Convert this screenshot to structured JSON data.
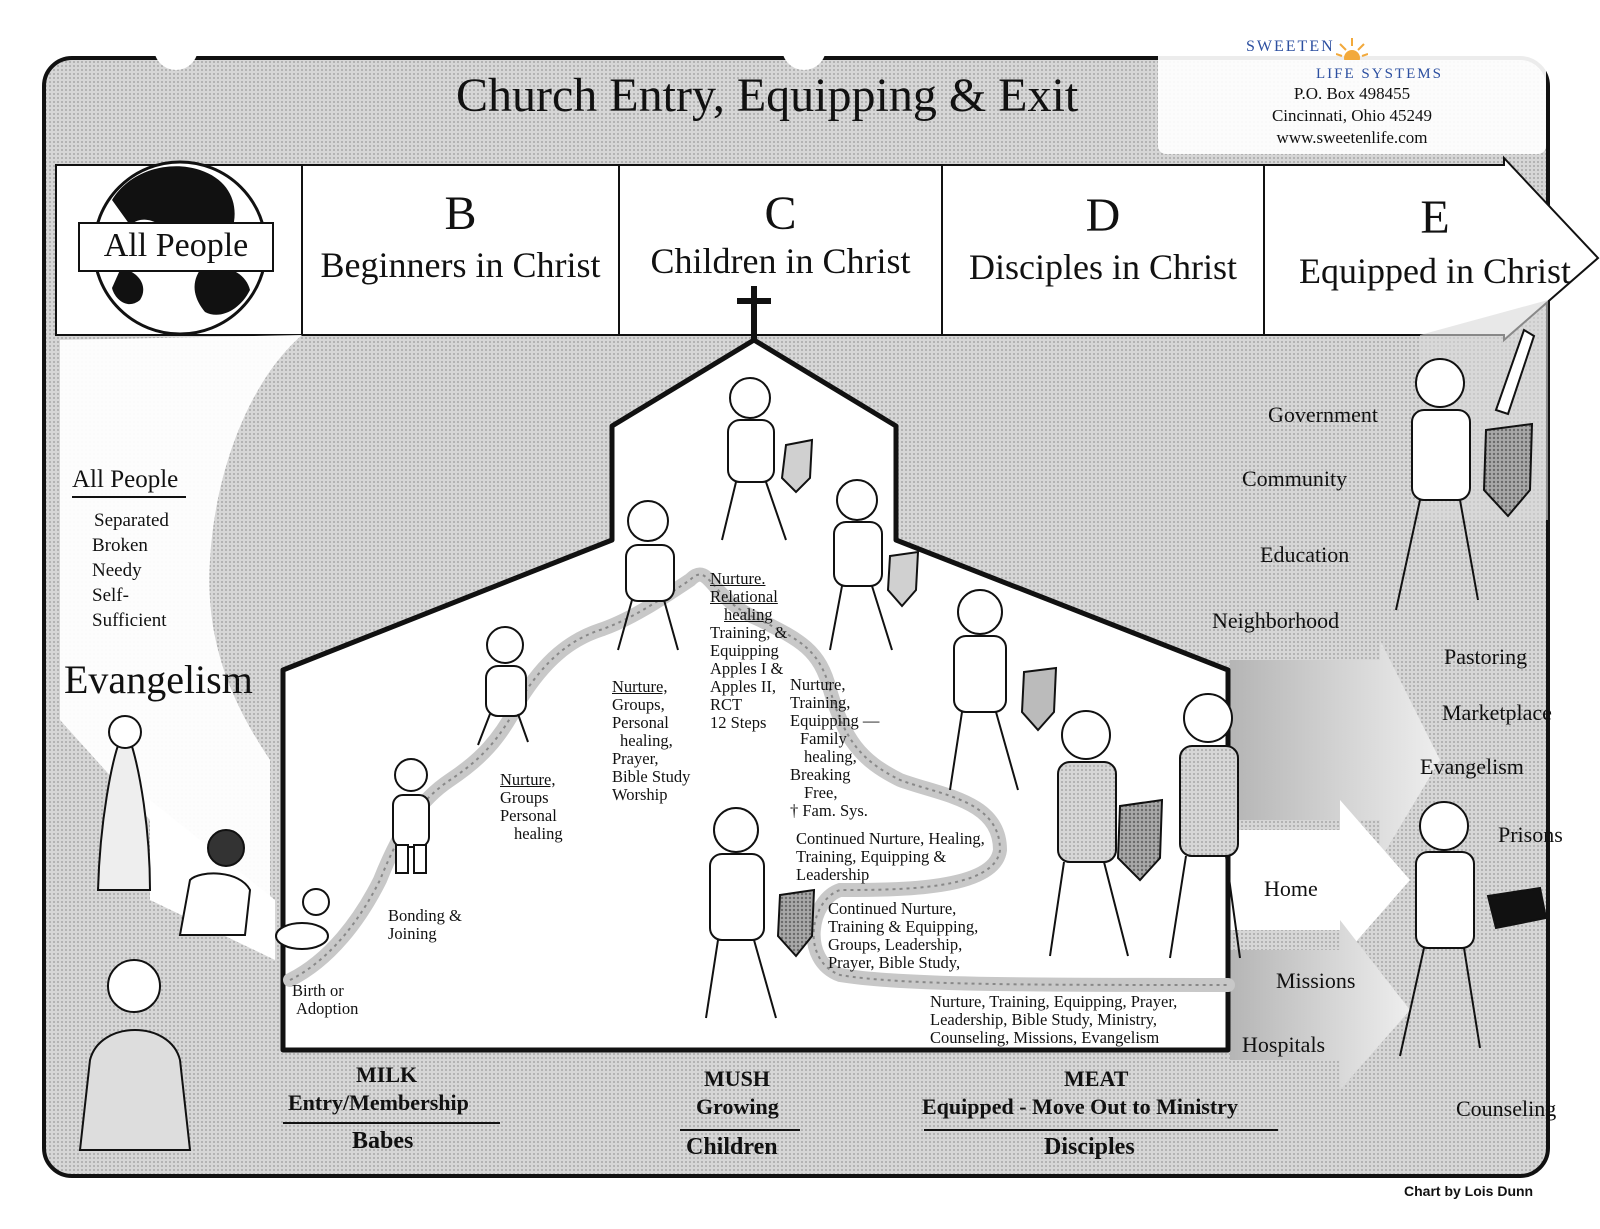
{
  "title": "Church Entry, Equipping & Exit",
  "stamp": {
    "brand_top": "SWEETEN",
    "brand_bottom": "LIFE SYSTEMS",
    "address": "P.O. Box 498455",
    "city": "Cincinnati, Ohio  45249",
    "url": "www.sweetenlife.com"
  },
  "stages": [
    {
      "letter": "",
      "name": "All People"
    },
    {
      "letter": "B",
      "name": "Beginners in Christ"
    },
    {
      "letter": "C",
      "name": "Children in Christ"
    },
    {
      "letter": "D",
      "name": "Disciples in Christ"
    },
    {
      "letter": "E",
      "name": "Equipped in Christ"
    }
  ],
  "left_panel": {
    "heading": "All People",
    "traits": [
      "Separated",
      "Broken",
      "Needy",
      "Self-",
      "Sufficient"
    ],
    "evangelism": "Evangelism"
  },
  "path_labels": {
    "birth": [
      "Birth or",
      "Adoption"
    ],
    "bonding": [
      "Bonding &",
      "Joining"
    ],
    "nurture1": {
      "head": "Nurture,",
      "lines": [
        "Groups",
        "Personal",
        "healing"
      ]
    },
    "nurture2": {
      "head": "Nurture,",
      "lines": [
        "Groups,",
        "Personal",
        "healing,",
        "Prayer,",
        "Bible Study",
        "Worship"
      ]
    },
    "nurture3": {
      "head": [
        "Nurture.",
        "Relational",
        "healing"
      ],
      "lines": [
        "Training, &",
        "Equipping",
        "Apples I &",
        "Apples II,",
        "RCT",
        "12 Steps"
      ]
    },
    "nurture4": [
      "Nurture,",
      "Training,",
      "Equipping —",
      "Family",
      "healing,",
      "Breaking",
      "Free,",
      "† Fam. Sys."
    ],
    "continued1": [
      "Continued Nurture, Healing,",
      "Training, Equipping &",
      "Leadership"
    ],
    "continued2": [
      "Continued Nurture,",
      "Training & Equipping,",
      "Groups, Leadership,",
      "Prayer, Bible Study,"
    ],
    "final": [
      "Nurture, Training, Equipping,  Prayer,",
      "Leadership, Bible Study, Ministry,",
      "Counseling, Missions, Evangelism"
    ]
  },
  "spheres_top": [
    "Government",
    "Community",
    "Education",
    "Neighborhood"
  ],
  "spheres_right": [
    "Pastoring",
    "Marketplace",
    "Evangelism",
    "Prisons",
    "Counseling"
  ],
  "spheres_bottom": [
    "Home",
    "Missions",
    "Hospitals"
  ],
  "bottom_sections": [
    {
      "food": "MILK",
      "sub": "Entry/Membership",
      "group": "Babes"
    },
    {
      "food": "MUSH",
      "sub": "Growing",
      "group": "Children"
    },
    {
      "food": "MEAT",
      "sub": "Equipped - Move Out to Ministry",
      "group": "Disciples"
    }
  ],
  "credit": "Chart by Lois Dunn"
}
